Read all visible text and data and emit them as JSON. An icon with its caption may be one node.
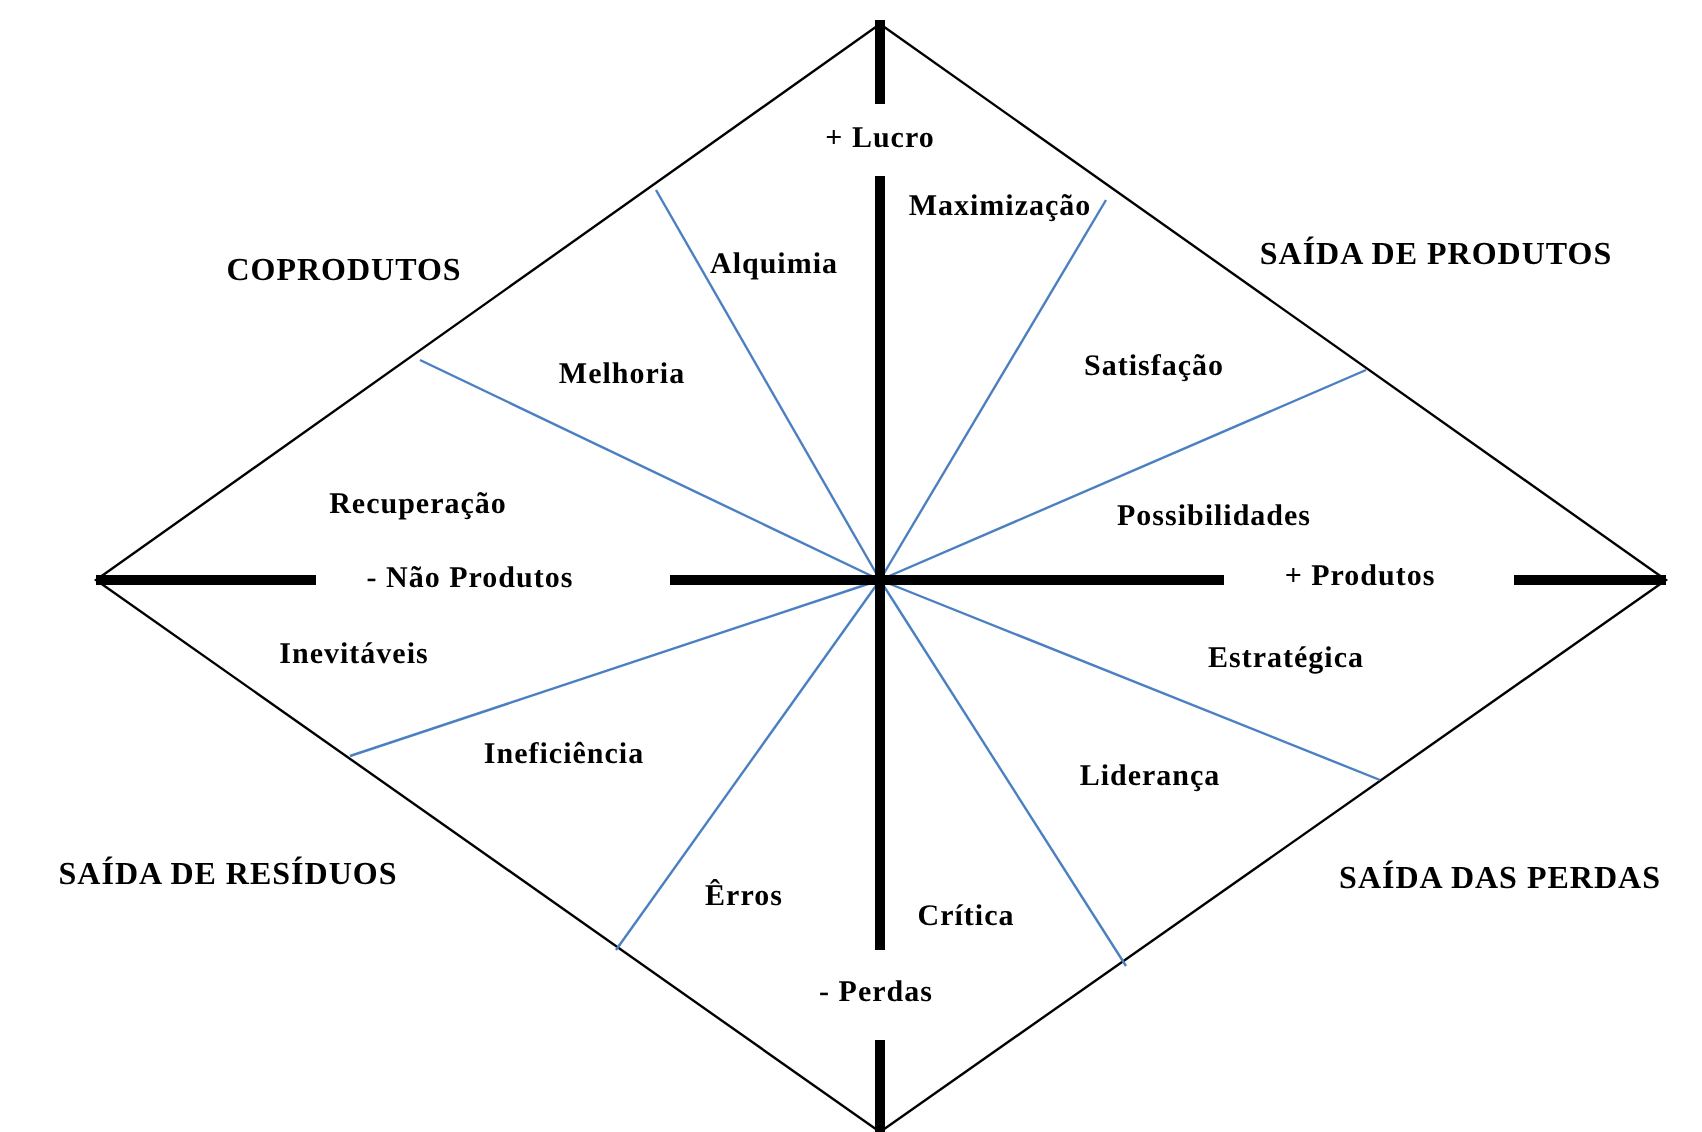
{
  "diagram": {
    "labels": [
      "+ Lucro",
      "Maximização",
      "COPRODUTOS",
      "Alquimia",
      "SAÍDA DE PRODUTOS",
      "Melhoria",
      "Satisfação",
      "Recuperação",
      "Possibilidades",
      "- Não Produtos",
      "+ Produtos",
      "Inevitáveis",
      "Estratégica",
      "Ineficiência",
      "Liderança",
      "SAÍDA DE RESÍDUOS",
      "SAÍDA DAS PERDAS",
      "Êrros",
      "Crítica",
      "- Perdas"
    ]
  }
}
